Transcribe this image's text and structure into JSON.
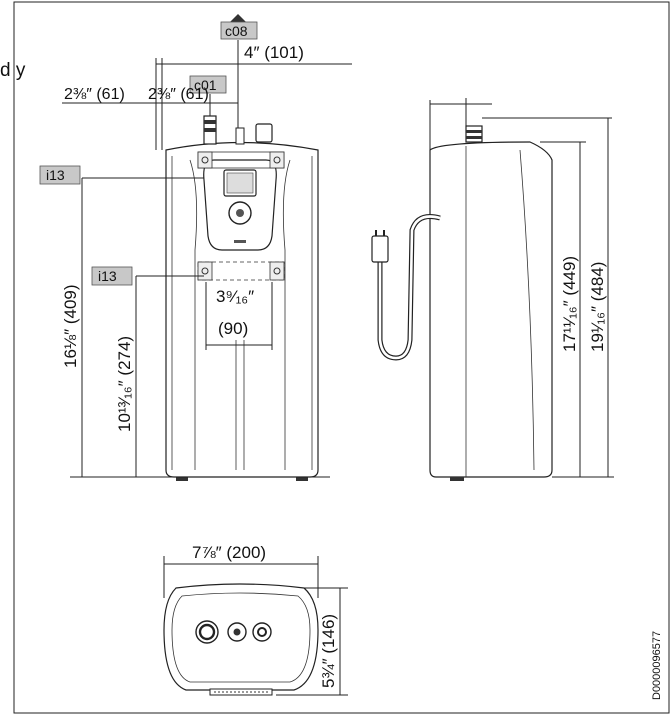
{
  "page_fragment": "d y",
  "labels": {
    "c08": "c08",
    "c01": "c01",
    "i13_top": "i13",
    "i13_bottom": "i13"
  },
  "dimensions": {
    "top_offset": "4″ (101)",
    "left_a": "2⅜″ (61)",
    "left_b": "2⅜″ (61)",
    "height_overall_front": "16⅛″ (409)",
    "height_lower": "10¹³⁄₁₆″ (274)",
    "bracket_width_top": "3⁹⁄₁₆″",
    "bracket_width_bottom": "(90)",
    "side_height_a": "17¹¹⁄₁₆″ (449)",
    "side_height_b": "19¹⁄₁₆″ (484)",
    "bottom_width": "7⅞″ (200)",
    "bottom_depth": "5¾″ (146)"
  },
  "figure_id": "D0000096577"
}
